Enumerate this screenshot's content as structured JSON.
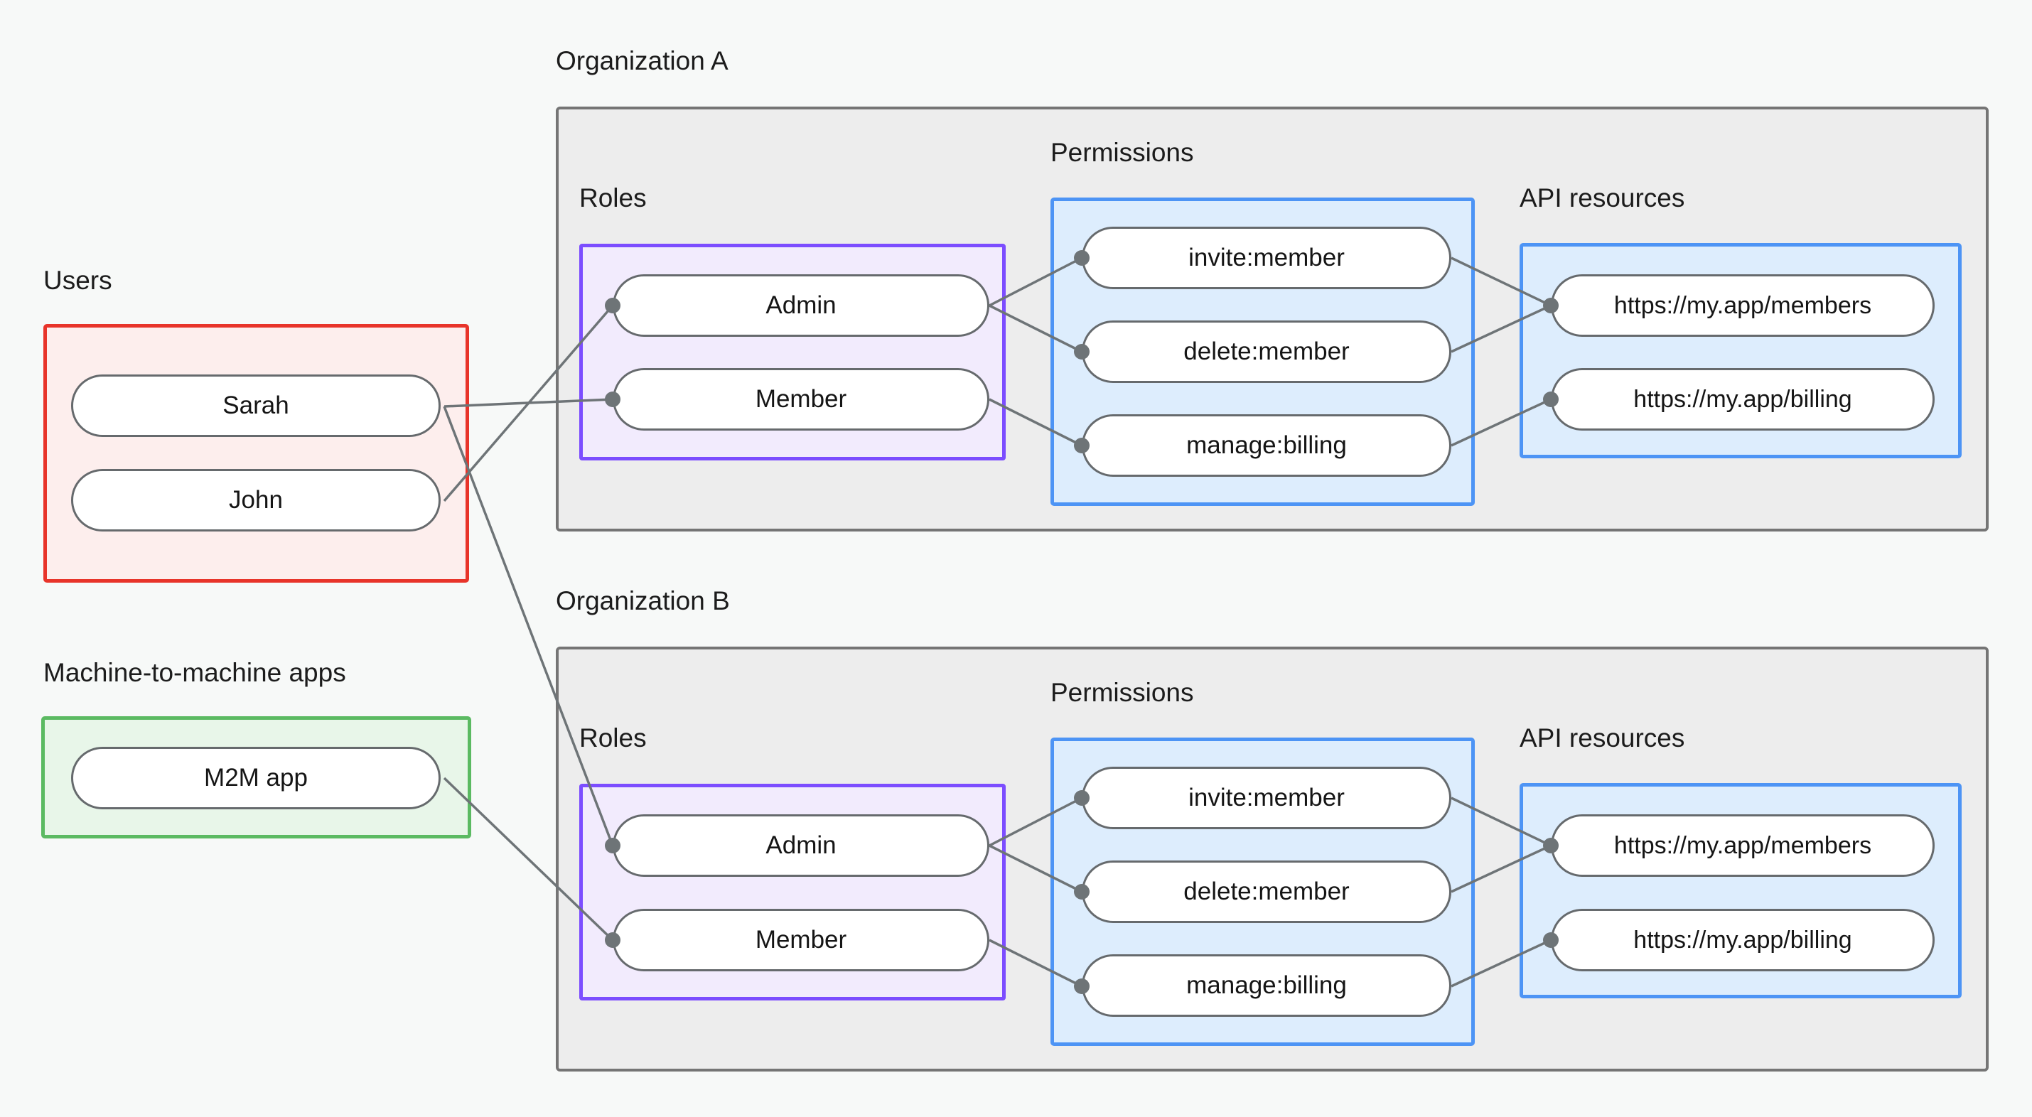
{
  "diagram": {
    "title_hidden": "",
    "background_color": "#f7f9f8",
    "group_labels": {
      "users": "Users",
      "m2m": "Machine-to-machine apps",
      "org_a": "Organization A",
      "org_b": "Organization B",
      "roles_a": "Roles",
      "roles_b": "Roles",
      "permissions_a": "Permissions",
      "permissions_b": "Permissions",
      "api_a": "API resources",
      "api_b": "API resources"
    },
    "colors": {
      "users_border": "#e8342a",
      "users_fill": "#fdeeed",
      "m2m_border": "#5bba62",
      "m2m_fill": "#e8f6e9",
      "org_border": "#757575",
      "org_fill": "#ededed",
      "roles_border": "#7c4dff",
      "roles_fill": "#f2ebfd",
      "blue_border": "#4d94f5",
      "blue_fill": "#ddedfd",
      "node_border": "#666a6d",
      "node_fill": "#ffffff",
      "edge": "#6e7477"
    },
    "users": [
      "Sarah",
      "John"
    ],
    "m2m_apps": [
      "M2M app"
    ],
    "org_a": {
      "roles": [
        "Admin",
        "Member"
      ],
      "permissions": [
        "invite:member",
        "delete:member",
        "manage:billing"
      ],
      "api_resources": [
        "https://my.app/members",
        "https://my.app/billing"
      ]
    },
    "org_b": {
      "roles": [
        "Admin",
        "Member"
      ],
      "permissions": [
        "invite:member",
        "delete:member",
        "manage:billing"
      ],
      "api_resources": [
        "https://my.app/members",
        "https://my.app/billing"
      ]
    },
    "connections": [
      {
        "from": "Sarah",
        "to": "Member (Organization A)"
      },
      {
        "from": "Sarah",
        "to": "Admin (Organization B)"
      },
      {
        "from": "John",
        "to": "Admin (Organization A)"
      },
      {
        "from": "M2M app",
        "to": "Member (Organization B)"
      },
      {
        "from": "Admin (Organization A)",
        "to": "invite:member (Organization A)"
      },
      {
        "from": "Admin (Organization A)",
        "to": "delete:member (Organization A)"
      },
      {
        "from": "Member (Organization A)",
        "to": "manage:billing (Organization A)"
      },
      {
        "from": "invite:member (Organization A)",
        "to": "https://my.app/members (Organization A)"
      },
      {
        "from": "delete:member (Organization A)",
        "to": "https://my.app/members (Organization A)"
      },
      {
        "from": "manage:billing (Organization A)",
        "to": "https://my.app/billing (Organization A)"
      },
      {
        "from": "Admin (Organization B)",
        "to": "invite:member (Organization B)"
      },
      {
        "from": "Admin (Organization B)",
        "to": "delete:member (Organization B)"
      },
      {
        "from": "Member (Organization B)",
        "to": "manage:billing (Organization B)"
      },
      {
        "from": "invite:member (Organization B)",
        "to": "https://my.app/members (Organization B)"
      },
      {
        "from": "delete:member (Organization B)",
        "to": "https://my.app/members (Organization B)"
      },
      {
        "from": "manage:billing (Organization B)",
        "to": "https://my.app/billing (Organization B)"
      }
    ]
  }
}
